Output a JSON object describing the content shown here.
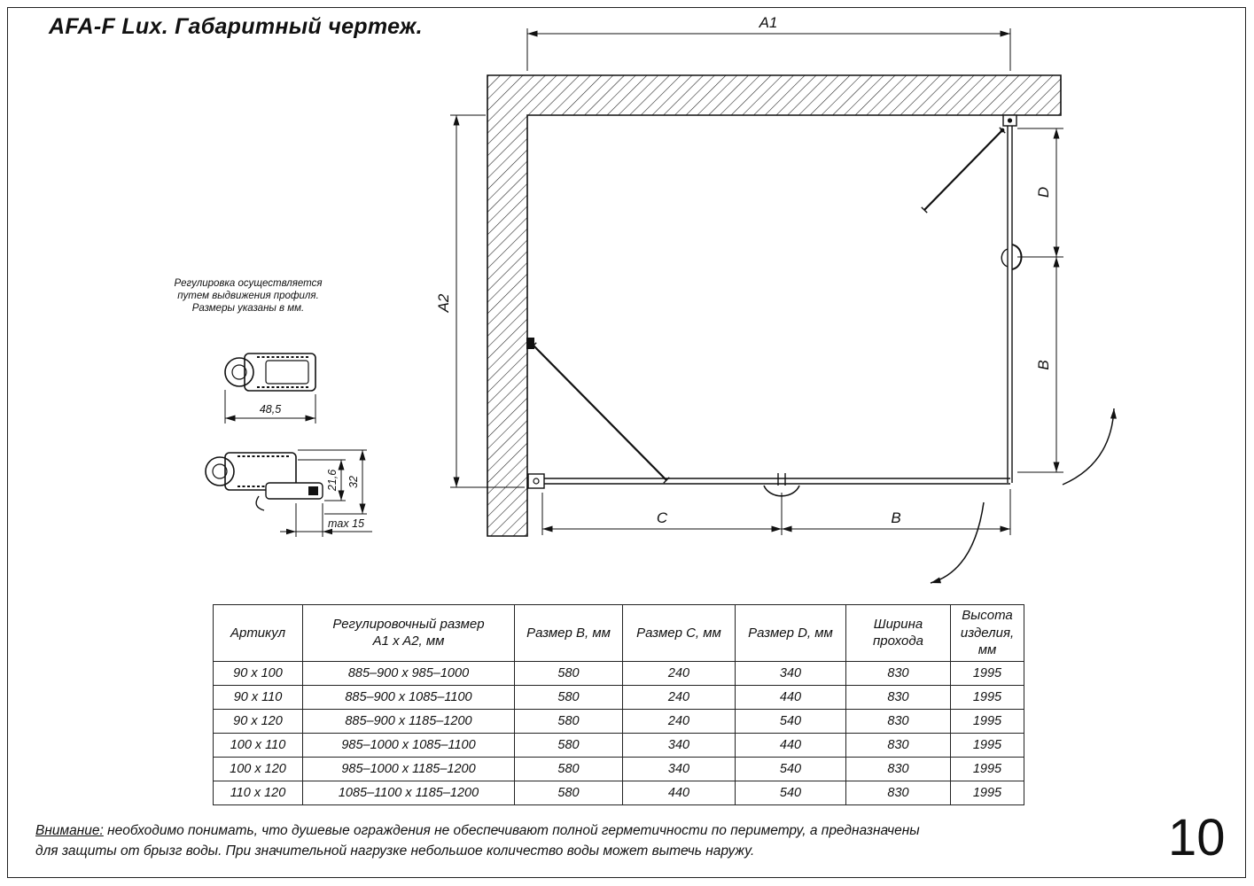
{
  "page": {
    "title": "AFA-F Lux. Габаритный чертеж.",
    "page_number": "10"
  },
  "note": {
    "label": "Внимание:",
    "line1": " необходимо понимать, что душевые ограждения не обеспечивают полной герметичности по периметру, а предназначены",
    "line2": "для защиты от брызг воды. При значительной нагрузке небольшое количество воды может вытечь наружу."
  },
  "drawing": {
    "dim_a1": "A1",
    "dim_a2": "A2",
    "dim_d": "D",
    "dim_b_right": "B",
    "dim_c": "C",
    "dim_b_bottom": "B"
  },
  "profiles": {
    "note_line1": "Регулировка осуществляется",
    "note_line2": "путем выдвижения профиля.",
    "note_line3": "Размеры указаны в мм.",
    "dim_width": "48,5",
    "dim_height_inner": "21,6",
    "dim_height_outer": "32",
    "dim_max": "max 15"
  },
  "table": {
    "headers": [
      {
        "lines": [
          "Артикул"
        ]
      },
      {
        "lines": [
          "Регулировочный размер",
          "A1 x A2, мм"
        ]
      },
      {
        "lines": [
          "Размер B, мм"
        ]
      },
      {
        "lines": [
          "Размер C, мм"
        ]
      },
      {
        "lines": [
          "Размер D, мм"
        ]
      },
      {
        "lines": [
          "Ширина",
          "прохода"
        ]
      },
      {
        "lines": [
          "Высота",
          "изделия,",
          "мм"
        ]
      }
    ],
    "rows": [
      [
        "90 x 100",
        "885–900 x 985–1000",
        "580",
        "240",
        "340",
        "830",
        "1995"
      ],
      [
        "90 x 110",
        "885–900 x 1085–1100",
        "580",
        "240",
        "440",
        "830",
        "1995"
      ],
      [
        "90 x 120",
        "885–900 x 1185–1200",
        "580",
        "240",
        "540",
        "830",
        "1995"
      ],
      [
        "100 x 110",
        "985–1000 x 1085–1100",
        "580",
        "340",
        "440",
        "830",
        "1995"
      ],
      [
        "100 x 120",
        "985–1000 x 1185–1200",
        "580",
        "340",
        "540",
        "830",
        "1995"
      ],
      [
        "110 x 120",
        "1085–1100 x 1185–1200",
        "580",
        "440",
        "540",
        "830",
        "1995"
      ]
    ]
  }
}
